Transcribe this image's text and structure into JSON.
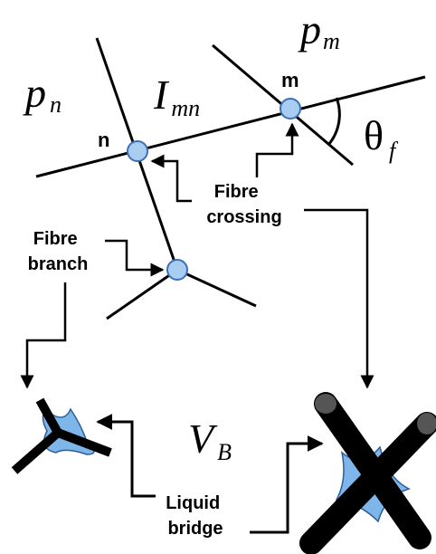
{
  "labels": {
    "p": "p",
    "p_n_sub": "n",
    "p_m_sub": "m",
    "I": "I",
    "I_sub": "mn",
    "node_n": "n",
    "node_m": "m",
    "theta": "θ",
    "theta_sub": "f",
    "fibre_crossing_l1": "Fibre",
    "fibre_crossing_l2": "crossing",
    "fibre_branch_l1": "Fibre",
    "fibre_branch_l2": "branch",
    "V": "V",
    "V_sub": "B",
    "liquid_bridge_l1": "Liquid",
    "liquid_bridge_l2": "bridge"
  },
  "colors": {
    "node_fill": "#a9cdf0",
    "node_stroke": "#3b6fb6",
    "bridge_fill": "#7fb6ea",
    "fibre_end": "#555555",
    "line": "#000000"
  }
}
